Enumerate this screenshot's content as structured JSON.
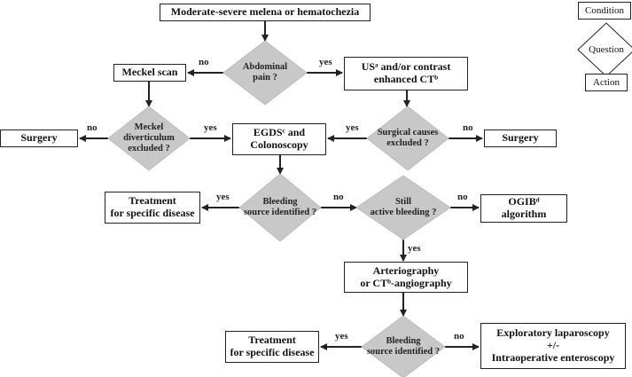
{
  "nodes": {
    "start": "Moderate-severe melena or hematochezia",
    "abdominal_pain": [
      "Abdominal",
      "pain ?"
    ],
    "meckel_scan": "Meckel scan",
    "us_ct": [
      "USᵃ and/or contrast",
      "enhanced CTᵇ"
    ],
    "meckel_excluded": [
      "Meckel",
      "diverticulum",
      "excluded ?"
    ],
    "surgery_left": "Surgery",
    "egds": [
      "EGDSᶜ and",
      "Colonoscopy"
    ],
    "surgical_causes": [
      "Surgical causes",
      "excluded ?"
    ],
    "surgery_right": "Surgery",
    "treatment_1": [
      "Treatment",
      "for specific disease"
    ],
    "bleeding_1": [
      "Bleeding",
      "source identified ?"
    ],
    "still_active": [
      "Still",
      "active bleeding ?"
    ],
    "ogib": [
      "OGIBᵈ",
      "algorithm"
    ],
    "arteriography": [
      "Arteriography",
      "or CTᵇ-angiography"
    ],
    "treatment_2": [
      "Treatment",
      "for specific disease"
    ],
    "bleeding_2": [
      "Bleeding",
      "source identified ?"
    ],
    "exploratory": [
      "Exploratory laparoscopy",
      "+/-",
      "Intraoperative enteroscopy"
    ]
  },
  "edges": {
    "pain_no": "no",
    "pain_yes": "yes",
    "meckel_no": "no",
    "meckel_yes": "yes",
    "surgical_yes": "yes",
    "surgical_no": "no",
    "bleed1_yes": "yes",
    "bleed1_no": "no",
    "active_no": "no",
    "active_yes": "yes",
    "bleed2_yes": "yes",
    "bleed2_no": "no"
  },
  "legend": {
    "condition": "Condition",
    "question": "Question",
    "action": "Action"
  }
}
